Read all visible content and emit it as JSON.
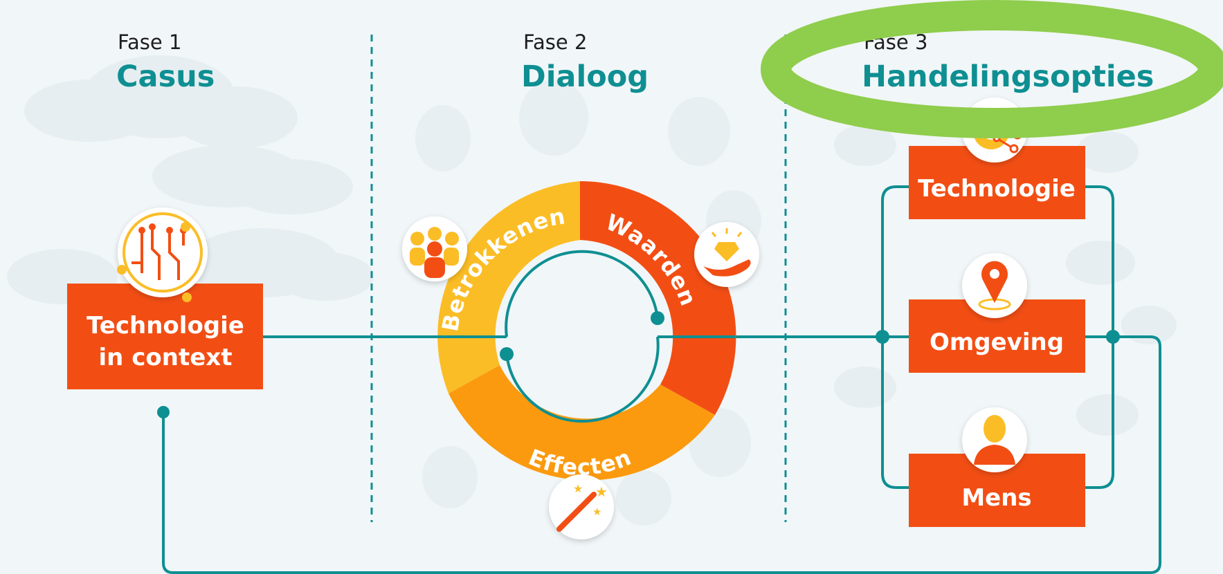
{
  "phases": [
    {
      "label": "Fase 1",
      "title": "Casus"
    },
    {
      "label": "Fase 2",
      "title": "Dialoog"
    },
    {
      "label": "Fase 3",
      "title": "Handelingsopties"
    }
  ],
  "casus_box": {
    "line1": "Technologie",
    "line2": "in context"
  },
  "ring": {
    "segments": [
      "Betrokkenen",
      "Waarden",
      "Effecten"
    ]
  },
  "options": [
    "Technologie",
    "Omgeving",
    "Mens"
  ],
  "colors": {
    "teal": "#0e8f92",
    "orange_red": "#f24e14",
    "yellow": "#fbbd26",
    "orange": "#fb9a0e",
    "highlight_green": "#8fcd4c",
    "background": "#f1f6f8"
  },
  "icons": [
    "circuit-icon",
    "people-icon",
    "diamond-hand-icon",
    "magic-wand-icon",
    "gear-network-icon",
    "location-pin-icon",
    "person-icon"
  ]
}
